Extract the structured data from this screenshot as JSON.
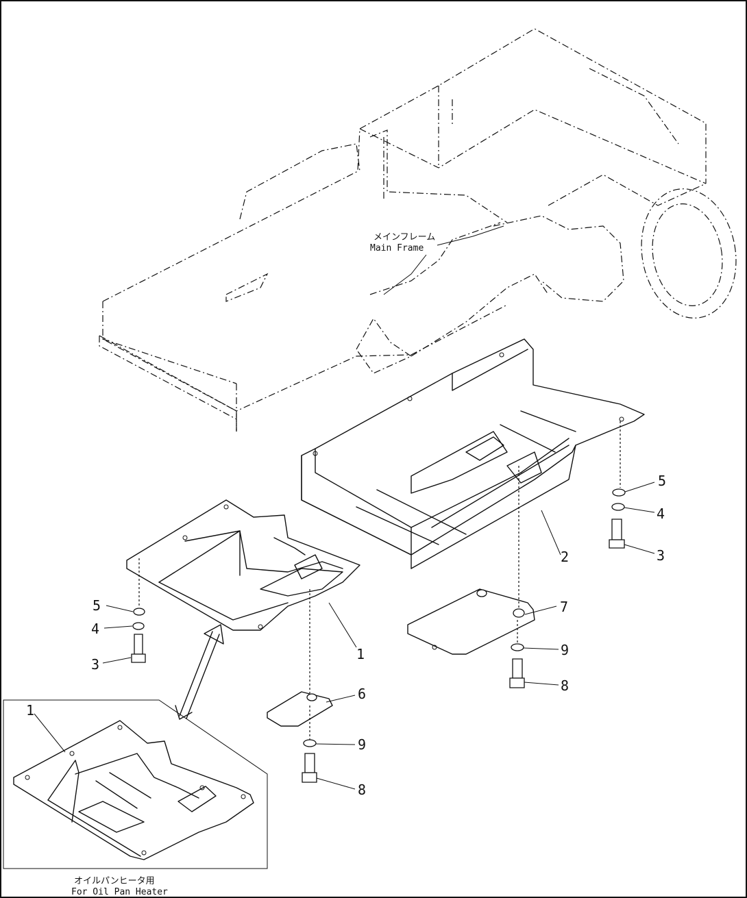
{
  "main_frame_label": {
    "jp": "メインフレーム",
    "en": "Main Frame"
  },
  "inset_caption": {
    "jp": "オイルパンヒータ用",
    "en": "For Oil Pan Heater"
  },
  "callouts": [
    "5",
    "4",
    "3",
    "2",
    "7",
    "9",
    "8",
    "5",
    "4",
    "3",
    "1",
    "6",
    "9",
    "8",
    "1"
  ]
}
